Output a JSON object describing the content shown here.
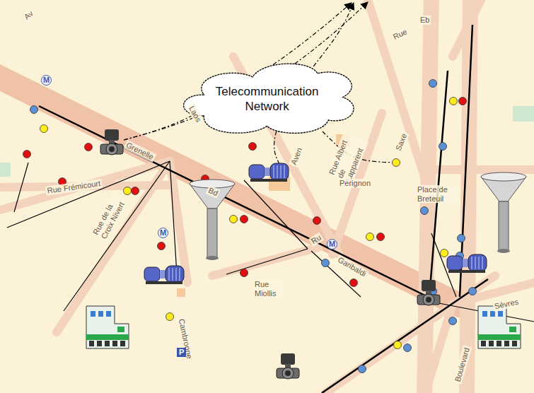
{
  "diagram": {
    "nodes": [
      {
        "text": [
          "Telecommunication Network"
        ]
      }
    ],
    "labels": [
      "Av",
      "Grenelle",
      "Laos",
      "Rue Frémicourt",
      "Rue de la Croix Nivert",
      "M",
      "M",
      "Bd",
      "Aven",
      "Rue Albert de Lapparent",
      "Saxe",
      "Perignon",
      "Place de Breteuil",
      "Rue",
      "Eb",
      "Rue Miollis",
      "Cambronne",
      "M",
      "Garibaldi",
      "Sèvres",
      "Boulevard",
      "P",
      "Ru"
    ]
  }
}
